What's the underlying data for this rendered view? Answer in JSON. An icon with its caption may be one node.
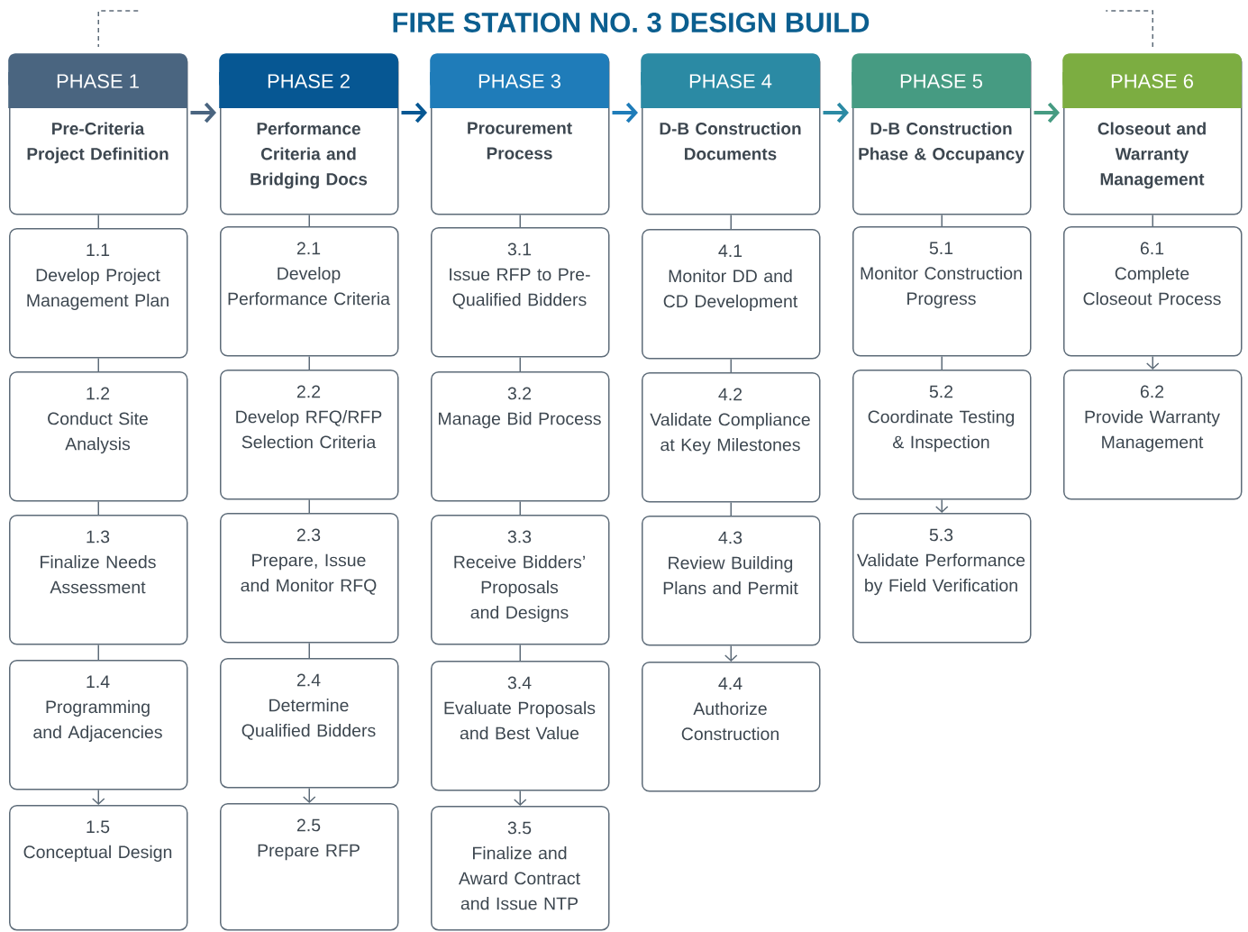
{
  "diagram": {
    "title": "FIRE STATION NO. 3 DESIGN BUILD",
    "nodes": [
      {
        "text": [
          "PHASE 1",
          "Pre-Criteria Project Definition"
        ]
      },
      {
        "text": [
          "1.1",
          "Develop Project Management Plan"
        ]
      },
      {
        "text": [
          "1.2",
          "Conduct Site Analysis"
        ]
      },
      {
        "text": [
          "1.3",
          "Finalize Needs Assessment"
        ]
      },
      {
        "text": [
          "1.4",
          "Programming and Adjacencies"
        ]
      },
      {
        "text": [
          "1.5",
          "Conceptual Design"
        ]
      },
      {
        "text": [
          "PHASE 2",
          "Performance Criteria and Bridging Docs"
        ]
      },
      {
        "text": [
          "2.1",
          "Develop Performance Criteria"
        ]
      },
      {
        "text": [
          "2.2",
          "Develop RFQ/RFP Selection Criteria"
        ]
      },
      {
        "text": [
          "2.3",
          "Prepare, Issue and Monitor RFQ"
        ]
      },
      {
        "text": [
          "2.4",
          "Determine Qualified Bidders"
        ]
      },
      {
        "text": [
          "2.5",
          "Prepare RFP"
        ]
      },
      {
        "text": [
          "PHASE 3",
          "Procurement Process"
        ]
      },
      {
        "text": [
          "3.1",
          "Issue RFP to Pre-Qualified Bidders"
        ]
      },
      {
        "text": [
          "3.2",
          "Manage Bid Process"
        ]
      },
      {
        "text": [
          "3.3",
          "Receive Bidders’ Proposals and Designs"
        ]
      },
      {
        "text": [
          "3.4",
          "Evaluate Proposals and Best Value"
        ]
      },
      {
        "text": [
          "3.5",
          "Finalize and Award Contract and Issue NTP"
        ]
      },
      {
        "text": [
          "PHASE 4",
          "D-B Construction Documents"
        ]
      },
      {
        "text": [
          "4.1",
          "Monitor DD and CD Development"
        ]
      },
      {
        "text": [
          "4.2",
          "Validate Compliance at Key Milestones"
        ]
      },
      {
        "text": [
          "4.3",
          "Review Building Plans and Permit"
        ]
      },
      {
        "text": [
          "4.4",
          "Authorize Construction"
        ]
      },
      {
        "text": [
          "PHASE 5",
          "D-B Construction Phase & Occupancy"
        ]
      },
      {
        "text": [
          "5.1",
          "Monitor Construction Progress"
        ]
      },
      {
        "text": [
          "5.2",
          "Coordinate Testing & Inspection"
        ]
      },
      {
        "text": [
          "5.3",
          "Validate Performance by Field Verification"
        ]
      },
      {
        "text": [
          "PHASE 6",
          "Closeout and Warranty Management"
        ]
      },
      {
        "text": [
          "6.1",
          "Complete Closeout Process"
        ]
      },
      {
        "text": [
          "6.2",
          "Provide Warranty Management"
        ]
      }
    ],
    "edges": [
      {
        "from": 0,
        "to": 6,
        "arrow": "to",
        "style": "thick",
        "color": "#4a6580"
      },
      {
        "from": 6,
        "to": 12,
        "arrow": "to",
        "style": "thick",
        "color": "#065793"
      },
      {
        "from": 12,
        "to": 18,
        "arrow": "to",
        "style": "thick",
        "color": "#1f7cb9"
      },
      {
        "from": 18,
        "to": 23,
        "arrow": "to",
        "style": "thick",
        "color": "#2b8aa4"
      },
      {
        "from": 23,
        "to": 27,
        "arrow": "to",
        "style": "thick",
        "color": "#469b82"
      },
      {
        "from": 27,
        "to": null,
        "arrow": "none",
        "style": "dashed"
      },
      {
        "from": null,
        "to": 0,
        "arrow": "none",
        "style": "dashed"
      },
      {
        "from": 0,
        "to": 1,
        "arrow": "none"
      },
      {
        "from": 1,
        "to": 2,
        "arrow": "none"
      },
      {
        "from": 2,
        "to": 3,
        "arrow": "none"
      },
      {
        "from": 3,
        "to": 4,
        "arrow": "none"
      },
      {
        "from": 4,
        "to": 5,
        "arrow": "to"
      },
      {
        "from": 6,
        "to": 7,
        "arrow": "none"
      },
      {
        "from": 7,
        "to": 8,
        "arrow": "none"
      },
      {
        "from": 8,
        "to": 9,
        "arrow": "none"
      },
      {
        "from": 9,
        "to": 10,
        "arrow": "none"
      },
      {
        "from": 10,
        "to": 11,
        "arrow": "to"
      },
      {
        "from": 12,
        "to": 13,
        "arrow": "none"
      },
      {
        "from": 13,
        "to": 14,
        "arrow": "none"
      },
      {
        "from": 14,
        "to": 15,
        "arrow": "none"
      },
      {
        "from": 15,
        "to": 16,
        "arrow": "none"
      },
      {
        "from": 16,
        "to": 17,
        "arrow": "to"
      },
      {
        "from": 18,
        "to": 19,
        "arrow": "none"
      },
      {
        "from": 19,
        "to": 20,
        "arrow": "none"
      },
      {
        "from": 20,
        "to": 21,
        "arrow": "none"
      },
      {
        "from": 21,
        "to": 22,
        "arrow": "to"
      },
      {
        "from": 23,
        "to": 24,
        "arrow": "none"
      },
      {
        "from": 24,
        "to": 25,
        "arrow": "none"
      },
      {
        "from": 25,
        "to": 26,
        "arrow": "to"
      },
      {
        "from": 27,
        "to": 28,
        "arrow": "none"
      },
      {
        "from": 28,
        "to": 29,
        "arrow": "to"
      }
    ]
  }
}
